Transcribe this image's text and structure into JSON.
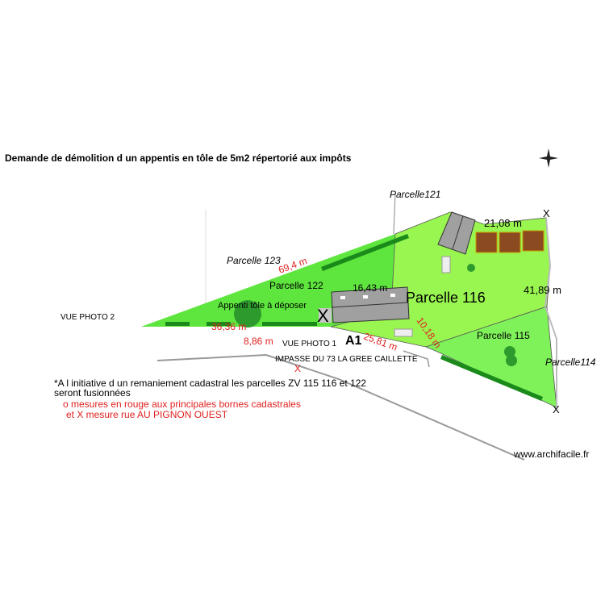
{
  "title": "Demande de démolition d un appentis en tôle de 5m2 répertorié aux impôts",
  "parcels": {
    "p121": "Parcelle121",
    "p123": "Parcelle 123",
    "p122": "Parcelle 122",
    "p116": "Parcelle 116",
    "p115": "Parcelle 115",
    "p114": "Parcelle114"
  },
  "measures": {
    "m1": "69,4 m",
    "m2": "36,36 m",
    "m3": "16,43 m",
    "m4": "21,08 m",
    "m5": "41,89 m",
    "m6": "10,18 m",
    "m7": "25,81 m",
    "m8": "8,86 m"
  },
  "labels": {
    "appenti": "Appenti tôle à déposer",
    "vue1": "VUE PHOTO 1",
    "vue2": "VUE PHOTO 2",
    "a1": "A1",
    "impasse": "IMPASSE DU 73 LA GREE CAILLETTE",
    "x": "X"
  },
  "notes": {
    "line1": "*A l initiative d un remaniement cadastral les parcelles ZV 115 116 et 122",
    "line2": "seront fusionnées",
    "line3": "o mesures en rouge aux principales bornes cadastrales",
    "line4": "et X mesure rue AU PIGNON OUEST"
  },
  "watermark": "www.archifacile.fr",
  "colors": {
    "parcel116": "#99f550",
    "parcel122": "#5ee63f",
    "parcel115": "#7ff25a",
    "hedge": "#1a8a1a",
    "measure": "#e02020",
    "building": "#a0a0a0"
  }
}
